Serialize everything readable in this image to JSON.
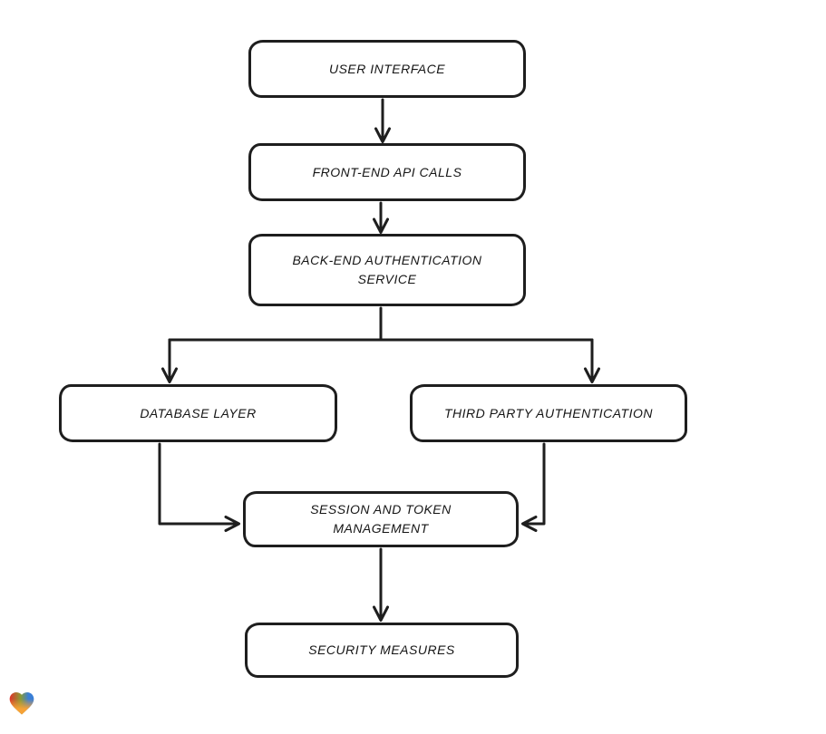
{
  "diagram": {
    "nodes": [
      {
        "id": "user-interface",
        "label": "USER INTERFACE"
      },
      {
        "id": "front-end-api-calls",
        "label": "FRONT-END API CALLS"
      },
      {
        "id": "back-end-authentication-service",
        "label": "BACK-END AUTHENTICATION\nSERVICE"
      },
      {
        "id": "database-layer",
        "label": "DATABASE LAYER"
      },
      {
        "id": "third-party-authentication",
        "label": "THIRD PARTY AUTHENTICATION"
      },
      {
        "id": "session-and-token-management",
        "label": "SESSION AND TOKEN\nMANAGEMENT"
      },
      {
        "id": "security-measures",
        "label": "SECURITY MEASURES"
      }
    ],
    "edges": [
      {
        "from": "user-interface",
        "to": "front-end-api-calls"
      },
      {
        "from": "front-end-api-calls",
        "to": "back-end-authentication-service"
      },
      {
        "from": "back-end-authentication-service",
        "to": "database-layer"
      },
      {
        "from": "back-end-authentication-service",
        "to": "third-party-authentication"
      },
      {
        "from": "database-layer",
        "to": "session-and-token-management"
      },
      {
        "from": "third-party-authentication",
        "to": "session-and-token-management"
      },
      {
        "from": "session-and-token-management",
        "to": "security-measures"
      }
    ],
    "style": {
      "stroke_color": "#1e1e1e",
      "node_fill": "#ffffff",
      "background": "#ffffff"
    },
    "logo": {
      "icon": "heart-logo",
      "colors": {
        "top_left": "#e23128",
        "top_right": "#3a7fd6",
        "bottom": "#f6a236"
      }
    }
  }
}
